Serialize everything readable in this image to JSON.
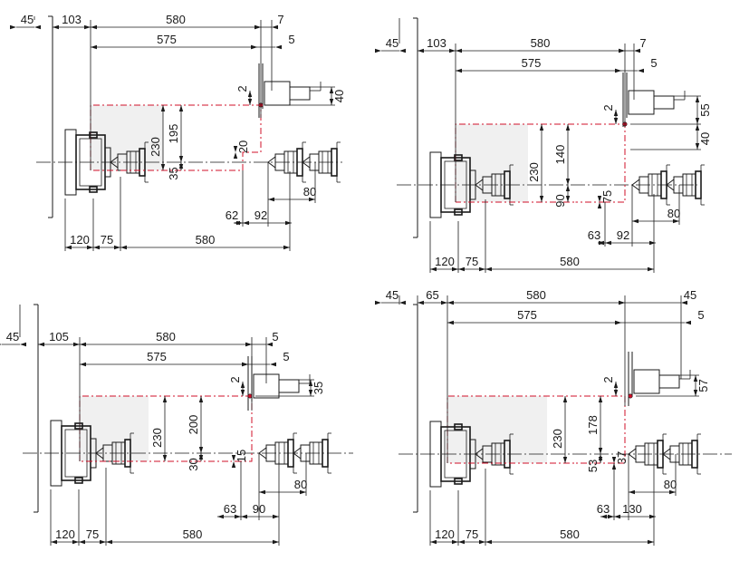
{
  "views": [
    {
      "id": "top-left",
      "labels": {
        "spindle_face": "45",
        "offset": "103",
        "x_travel": "580",
        "clearance": "7",
        "x_ref": "575",
        "turret_offset": "5",
        "tool_gap": "2",
        "turret_height": "40",
        "z_upper": "195",
        "z_total": "230",
        "z_lower": "35",
        "chuck_step": "20",
        "tool_reach": "80",
        "tool_a": "62",
        "tool_b": "92",
        "base_chuck": "120",
        "base_jaw": "75",
        "base_travel": "580"
      }
    },
    {
      "id": "top-right",
      "labels": {
        "spindle_face": "45",
        "offset": "103",
        "x_travel": "580",
        "clearance": "7",
        "x_ref": "575",
        "turret_offset": "5",
        "tool_gap": "2",
        "turret_height": "55",
        "turret_base": "40",
        "z_upper": "140",
        "z_total": "230",
        "z_lower": "90",
        "chuck_step": "75",
        "tool_reach": "80",
        "tool_a": "63",
        "tool_b": "92",
        "base_chuck": "120",
        "base_jaw": "75",
        "base_travel": "580"
      }
    },
    {
      "id": "bottom-left",
      "labels": {
        "spindle_face": "45",
        "offset": "105",
        "x_travel": "580",
        "clearance": "5",
        "x_ref": "575",
        "turret_offset": "5",
        "tool_gap": "2",
        "turret_height": "35",
        "z_upper": "200",
        "z_total": "230",
        "z_lower": "30",
        "chuck_step": "15",
        "tool_reach": "80",
        "tool_a": "63",
        "tool_b": "90",
        "base_chuck": "120",
        "base_jaw": "75",
        "base_travel": "580"
      }
    },
    {
      "id": "bottom-right",
      "labels": {
        "spindle_face": "45",
        "offset": "65",
        "x_travel": "580",
        "clearance": "45",
        "x_ref": "575",
        "turret_offset": "5",
        "tool_gap": "2",
        "turret_height": "57",
        "z_upper": "178",
        "z_total": "230",
        "z_lower": "53",
        "chuck_step": "37",
        "tool_reach": "80",
        "tool_a": "63",
        "tool_b": "130",
        "base_chuck": "120",
        "base_jaw": "75",
        "base_travel": "580"
      }
    }
  ],
  "colors": {
    "line": "#1a1a1a",
    "work_envelope": "#d0102a",
    "zone_fill": "#f0f0f0"
  }
}
